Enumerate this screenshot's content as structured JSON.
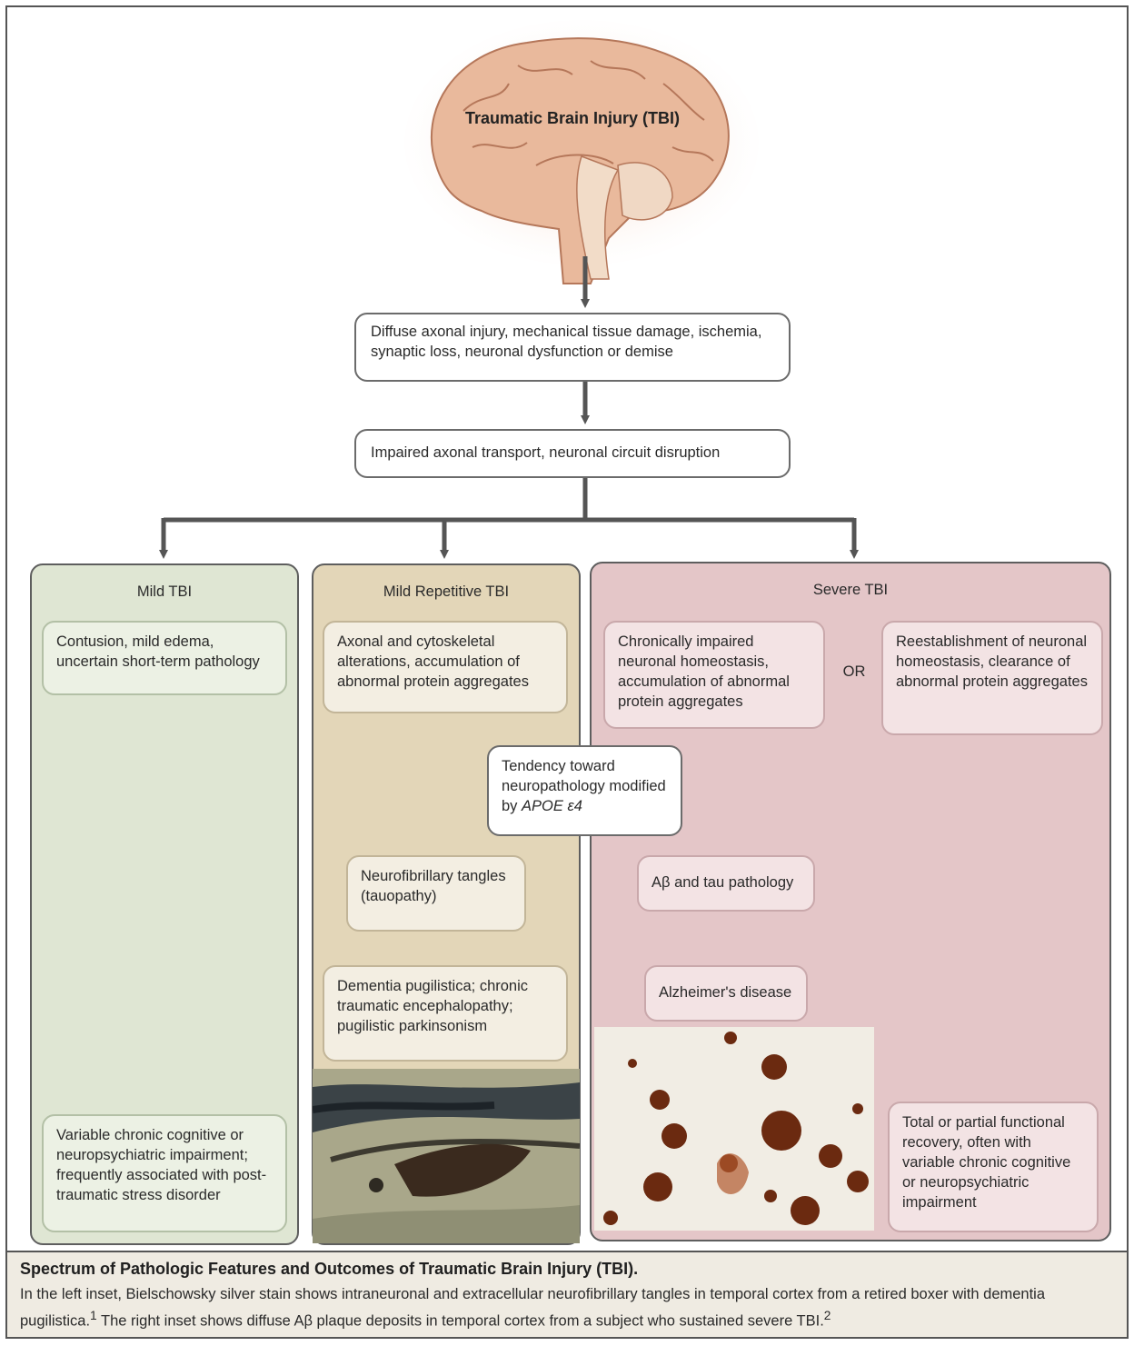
{
  "brain_title": "Traumatic Brain Injury (TBI)",
  "box_diffuse": "Diffuse axonal injury, mechanical tissue damage, ischemia, synaptic loss, neuronal dysfunction or demise",
  "box_transport": "Impaired axonal transport, neuronal circuit disruption",
  "mild": {
    "title": "Mild TBI",
    "top": "Contusion, mild edema, uncertain short-term pathology",
    "bottom": "Variable chronic cognitive or neuropsychiatric impairment; frequently associated with post-traumatic stress disorder"
  },
  "repetitive": {
    "title": "Mild Repetitive TBI",
    "top": "Axonal and cytoskeletal alterations, accumulation of abnormal protein aggregates",
    "tangles": "Neurofibrillary tangles (tauopathy)",
    "dementia": "Dementia pugilistica; chronic traumatic encephalopathy; pugilistic parkinsonism"
  },
  "tendency": {
    "text": "Tendency toward neuropathology modified by",
    "gene": "APOE ε4"
  },
  "severe": {
    "title": "Severe TBI",
    "left_top": "Chronically impaired neuronal homeostasis, accumulation of abnormal protein aggregates",
    "or": "OR",
    "right_top": "Reestablishment of neuronal homeostasis, clearance of abnormal protein aggregates",
    "abeta": "Aβ and tau pathology",
    "alzheimers": "Alzheimer's disease",
    "recovery": "Total or partial functional recovery, often with variable chronic cognitive or neuropsychiatric impairment"
  },
  "caption": {
    "title": "Spectrum of Pathologic Features and Outcomes of Traumatic Brain Injury (TBI).",
    "body_1": "In the left inset, Bielschowsky silver stain shows intraneuronal and extracellular neurofibrillary tangles in temporal cortex from a retired boxer with dementia pugilistica.",
    "ref_1": "1",
    "body_2": " The right inset shows diffuse Aβ plaque deposits in temporal cortex from a subject who sustained severe TBI.",
    "ref_2": "2"
  },
  "colors": {
    "green_panel": "#dfe6d3",
    "tan_panel": "#e3d6b8",
    "red_panel": "#e4c6c8",
    "arrow": "#555555"
  }
}
